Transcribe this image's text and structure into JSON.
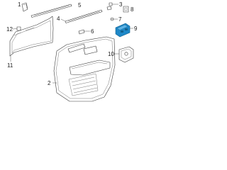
{
  "callouts": {
    "c1": "1",
    "c2": "2",
    "c3": "3",
    "c4": "4",
    "c5": "5",
    "c6": "6",
    "c7": "7",
    "c8": "8",
    "c9": "9",
    "c10": "10",
    "c11": "11",
    "c12": "12"
  },
  "colors": {
    "line": "#3a3a3a",
    "highlight": "#1e88c8",
    "highlight_dark": "#13628f",
    "background": "#ffffff"
  }
}
